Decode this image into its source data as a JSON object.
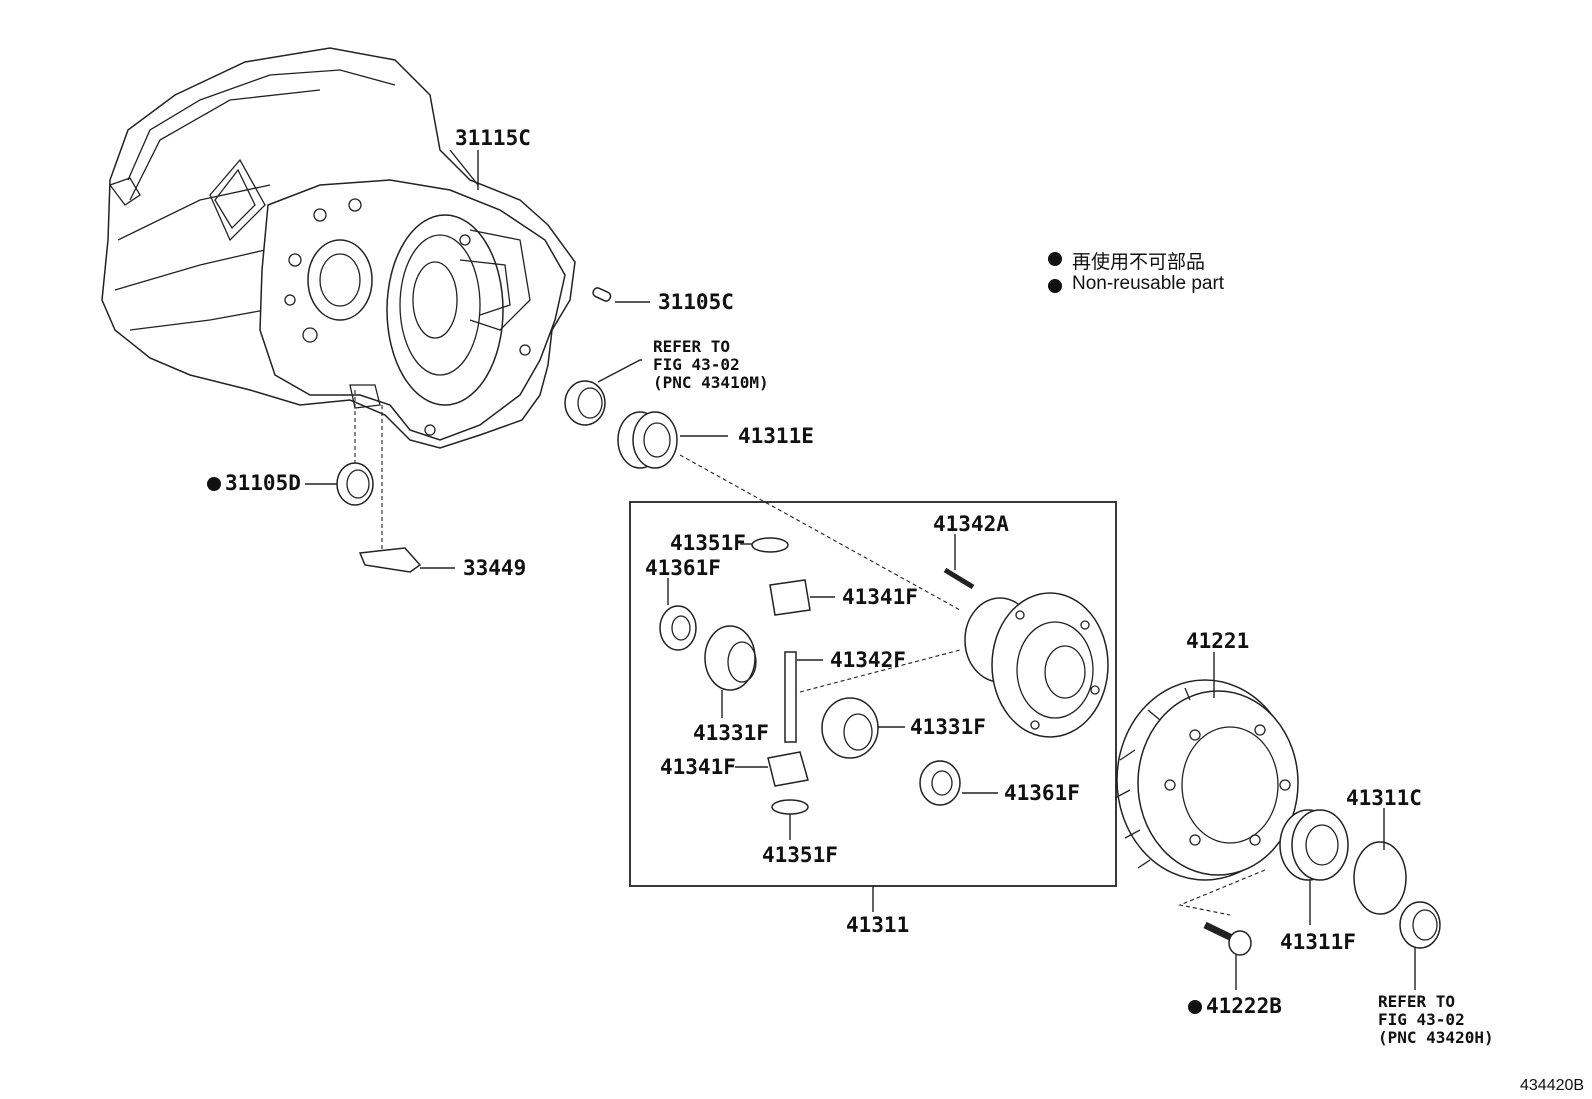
{
  "legend": {
    "japanese": "再使用不可部品",
    "english": "Non-reusable part"
  },
  "labels": {
    "p31115C": "31115C",
    "p31105C": "31105C",
    "p31105D": "31105D",
    "p33449": "33449",
    "p41311E": "41311E",
    "p41342A": "41342A",
    "p41351F_top": "41351F",
    "p41361F_left": "41361F",
    "p41341F_top": "41341F",
    "p41342F": "41342F",
    "p41331F_left": "41331F",
    "p41331F_right": "41331F",
    "p41341F_bottom": "41341F",
    "p41361F_right": "41361F",
    "p41351F_bottom": "41351F",
    "p41311": "41311",
    "p41221": "41221",
    "p41311C": "41311C",
    "p41311F": "41311F",
    "p41222B": "41222B"
  },
  "refs": {
    "upper": {
      "line1": "REFER TO",
      "line2": "FIG 43-02",
      "line3": "(PNC 43410M)"
    },
    "lower": {
      "line1": "REFER TO",
      "line2": "FIG 43-02",
      "line3": "(PNC 43420H)"
    }
  },
  "figure_id": "434420B"
}
